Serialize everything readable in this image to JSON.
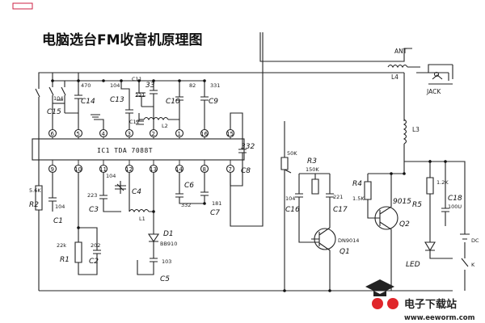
{
  "title": "电脑选台FM收音机原理图",
  "ic": {
    "name": "IC1 TDA 7088T",
    "top_pins": [
      "6",
      "5",
      "4",
      "3",
      "2",
      "1",
      "16",
      "15"
    ],
    "bottom_pins": [
      "9",
      "10",
      "11",
      "12",
      "13",
      "14",
      "8",
      "7"
    ]
  },
  "labels": {
    "ant": "ANT",
    "jack": "JACK",
    "l4": "L4",
    "l3": "L3",
    "l2": "L2",
    "l1": "L1",
    "c15": "C15",
    "c14": "C14",
    "c13": "C13",
    "c11": "C11",
    "c12": "C12",
    "c10": "C10",
    "c9": "C9",
    "c8": "C8",
    "c6": "C6",
    "c7": "C7",
    "c4": "C4",
    "c3": "C3",
    "c2": "C2",
    "c1": "C1",
    "c5": "C5",
    "c16": "C16",
    "c17": "C17",
    "c18": "C18",
    "v104a": "104",
    "v470": "470",
    "v104b": "104",
    "v221": "221",
    "v33": "33",
    "v82": "82",
    "v331": "331",
    "v332a": "332",
    "v332b": "332",
    "v181": "181",
    "v104c": "104",
    "v223": "223",
    "v104d": "104",
    "v202": "202",
    "v103": "103",
    "v104e": "104",
    "v221b": "221",
    "v100u": "100U",
    "r2": "R2",
    "r2v": "5.6K",
    "r1": "R1",
    "r1v": "22k",
    "r3": "R3",
    "r3v": "150K",
    "r4": "R4",
    "r4v": "1.5K",
    "r5": "R5",
    "r5v": "1.2K",
    "vr": "50K",
    "d1": "D1",
    "d1v": "BB910",
    "q1": "Q1",
    "q1v": "DN9014",
    "q2": "Q2",
    "q2v": "9015",
    "led": "LED",
    "dc": "DC",
    "k": "K"
  },
  "watermark": {
    "cn": "电子下载站",
    "url": "www.eeworm.com"
  }
}
